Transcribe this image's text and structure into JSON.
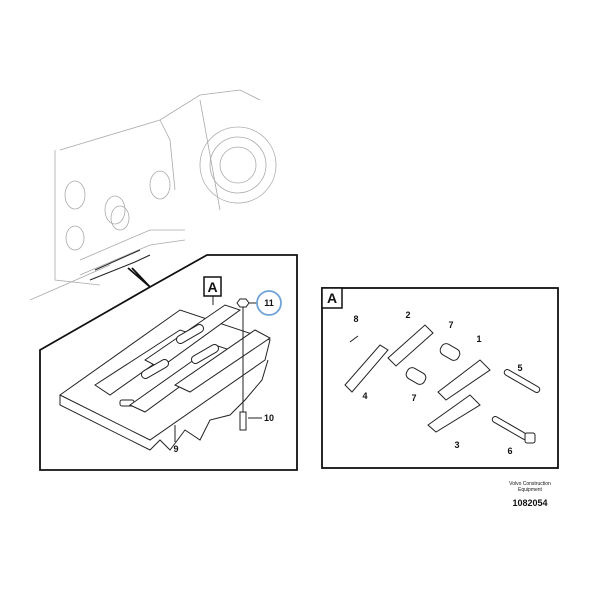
{
  "diagram": {
    "detail_marker": "A",
    "overview_callouts": {
      "c9": "9",
      "c10": "10",
      "c11": "11"
    },
    "detail_callouts": {
      "c1": "1",
      "c2": "2",
      "c3": "3",
      "c4": "4",
      "c5": "5",
      "c6": "6",
      "c7a": "7",
      "c7b": "7",
      "c8": "8"
    },
    "highlight_color": "#6fa3d8"
  },
  "footer": {
    "company_line1": "Volvo Construction",
    "company_line2": "Equipment",
    "figure_number": "1082054"
  }
}
